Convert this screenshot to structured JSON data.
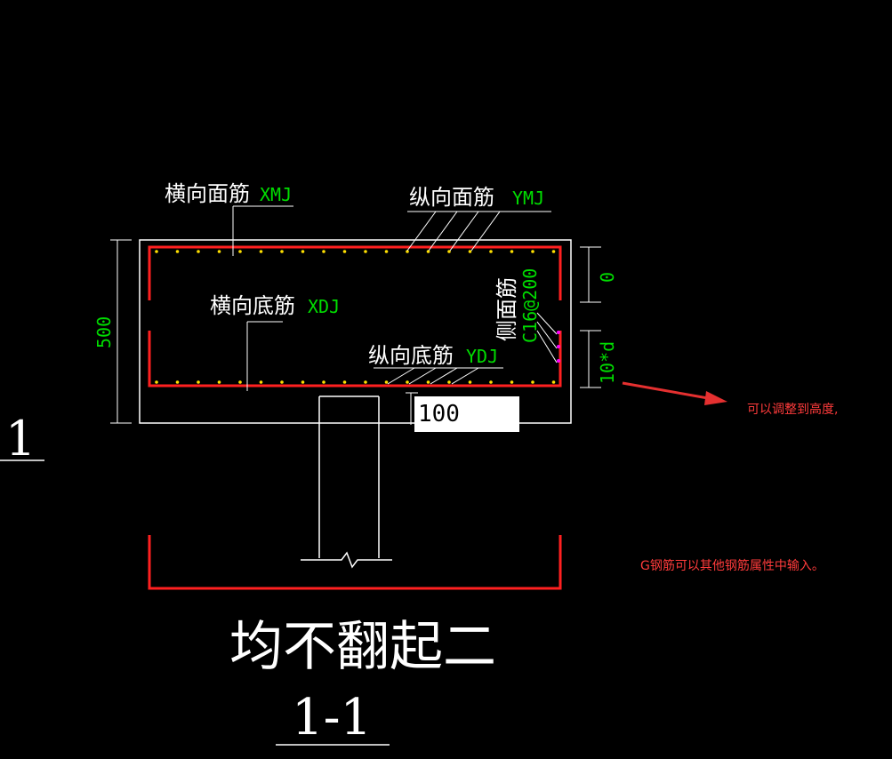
{
  "labels": {
    "top_transverse": "横向面筋",
    "top_transverse_code": "XMJ",
    "top_longitudinal": "纵向面筋",
    "top_longitudinal_code": "YMJ",
    "bottom_transverse": "横向底筋",
    "bottom_transverse_code": "XDJ",
    "bottom_longitudinal": "纵向底筋",
    "bottom_longitudinal_code": "YDJ",
    "side_bar": "侧面筋",
    "side_bar_spec": "C16@200"
  },
  "dimensions": {
    "height": "500",
    "top_offset": "0",
    "anchorage": "10*d",
    "cover_input": "100"
  },
  "notes": {
    "adjust_height": "可以调整到高度,",
    "g_bar": "G钢筋可以其他钢筋属性中输入。"
  },
  "titles": {
    "main": "均不翻起二",
    "section": "1-1",
    "left_mark": "1"
  },
  "colors": {
    "background": "#000000",
    "outline": "#ffffff",
    "rebar": "#ff2020",
    "dots": "#ffe000",
    "green_text": "#00dd00",
    "arrow": "#e53030",
    "side_dots": "#ff00ff"
  }
}
